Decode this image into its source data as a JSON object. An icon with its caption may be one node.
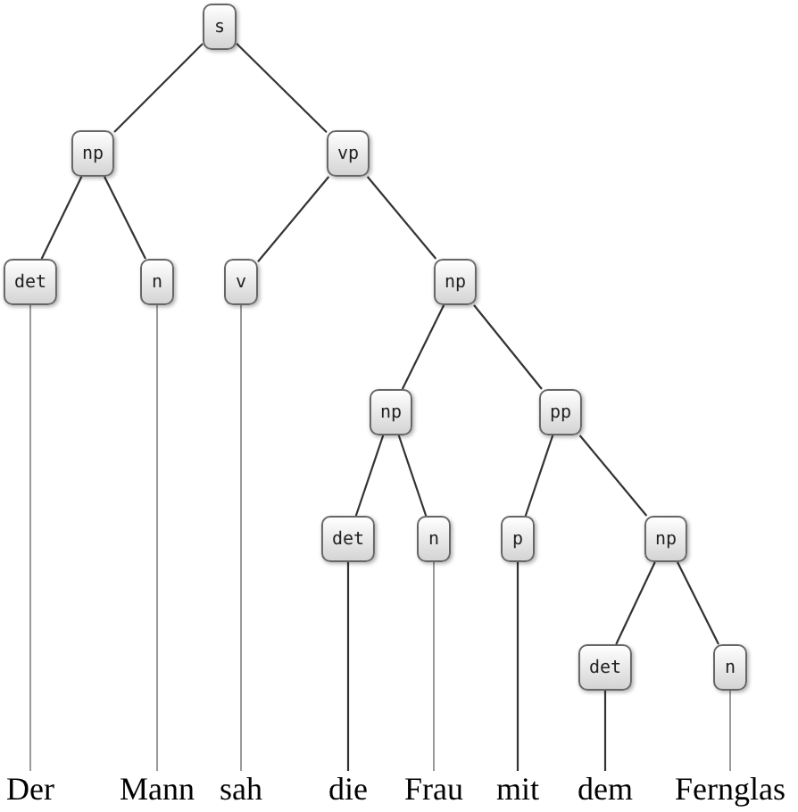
{
  "diagram": {
    "nodes": [
      {
        "text": [
          "s"
        ]
      },
      {
        "text": [
          "np"
        ]
      },
      {
        "text": [
          "vp"
        ]
      },
      {
        "text": [
          "det"
        ]
      },
      {
        "text": [
          "n"
        ]
      },
      {
        "text": [
          "v"
        ]
      },
      {
        "text": [
          "np"
        ]
      },
      {
        "text": [
          "np"
        ]
      },
      {
        "text": [
          "pp"
        ]
      },
      {
        "text": [
          "det"
        ]
      },
      {
        "text": [
          "n"
        ]
      },
      {
        "text": [
          "p"
        ]
      },
      {
        "text": [
          "np"
        ]
      },
      {
        "text": [
          "det"
        ]
      },
      {
        "text": [
          "n"
        ]
      },
      {
        "text": [
          "Der"
        ]
      },
      {
        "text": [
          "Mann"
        ]
      },
      {
        "text": [
          "sah"
        ]
      },
      {
        "text": [
          "die"
        ]
      },
      {
        "text": [
          "Frau"
        ]
      },
      {
        "text": [
          "mit"
        ]
      },
      {
        "text": [
          "dem"
        ]
      },
      {
        "text": [
          "Fernglas"
        ]
      }
    ],
    "edges": [
      {
        "from": 0,
        "to": 1,
        "arrow": "none"
      },
      {
        "from": 0,
        "to": 2,
        "arrow": "none"
      },
      {
        "from": 1,
        "to": 3,
        "arrow": "none"
      },
      {
        "from": 1,
        "to": 4,
        "arrow": "none"
      },
      {
        "from": 2,
        "to": 5,
        "arrow": "none"
      },
      {
        "from": 2,
        "to": 6,
        "arrow": "none"
      },
      {
        "from": 6,
        "to": 7,
        "arrow": "none"
      },
      {
        "from": 6,
        "to": 8,
        "arrow": "none"
      },
      {
        "from": 7,
        "to": 9,
        "arrow": "none"
      },
      {
        "from": 7,
        "to": 10,
        "arrow": "none"
      },
      {
        "from": 8,
        "to": 11,
        "arrow": "none"
      },
      {
        "from": 8,
        "to": 12,
        "arrow": "none"
      },
      {
        "from": 12,
        "to": 13,
        "arrow": "none"
      },
      {
        "from": 12,
        "to": 14,
        "arrow": "none"
      },
      {
        "from": 3,
        "to": 15,
        "arrow": "none",
        "color": "#999999"
      },
      {
        "from": 4,
        "to": 16,
        "arrow": "none",
        "color": "#999999"
      },
      {
        "from": 5,
        "to": 17,
        "arrow": "none",
        "color": "#999999"
      },
      {
        "from": 9,
        "to": 18,
        "arrow": "none"
      },
      {
        "from": 10,
        "to": 19,
        "arrow": "none",
        "color": "#999999"
      },
      {
        "from": 11,
        "to": 20,
        "arrow": "none"
      },
      {
        "from": 13,
        "to": 21,
        "arrow": "none"
      },
      {
        "from": 14,
        "to": 22,
        "arrow": "none",
        "color": "#999999"
      }
    ]
  }
}
